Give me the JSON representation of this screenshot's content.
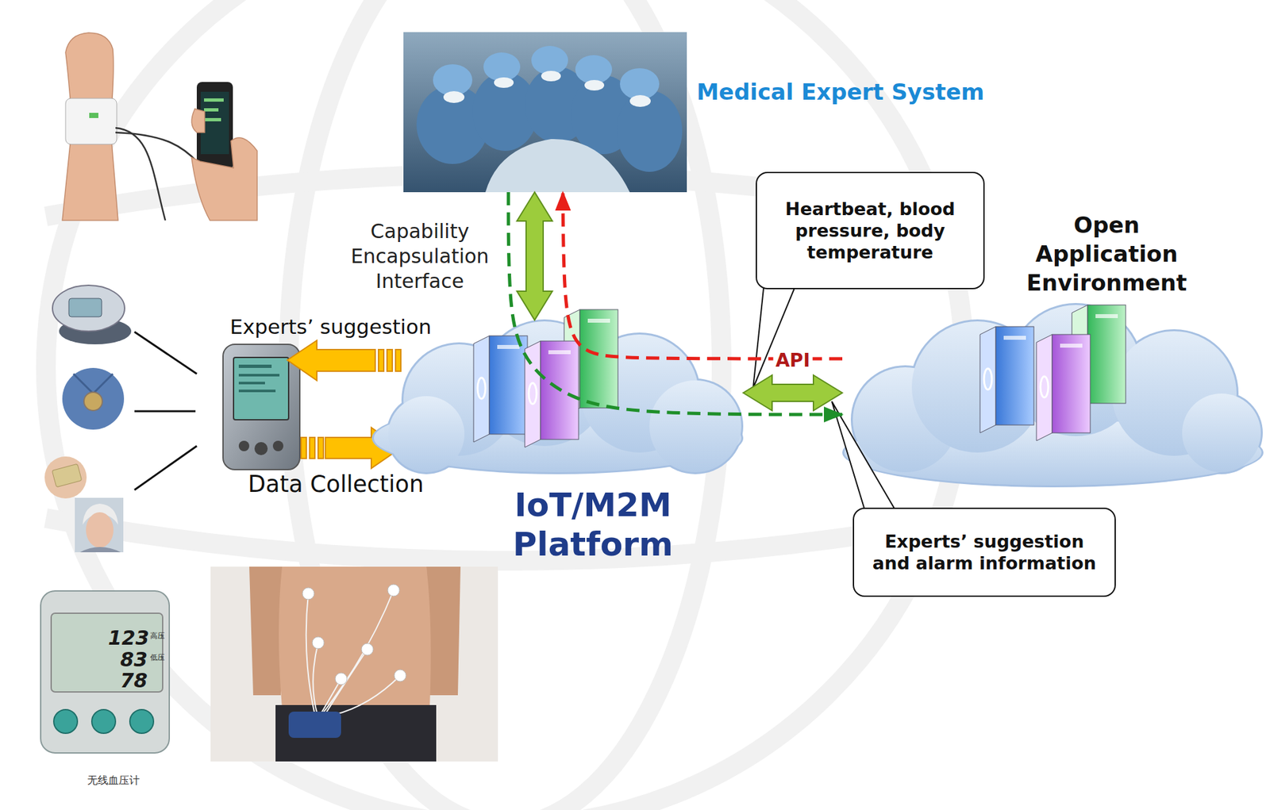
{
  "diagram": {
    "nodes": [
      {
        "text": [
          "Medical Expert System"
        ]
      },
      {
        "text": [
          "Heartbeat, blood pressure, body temperature"
        ]
      },
      {
        "text": [
          "Open Application Environment"
        ]
      },
      {
        "text": [
          "IoT/M2M Platform"
        ]
      },
      {
        "text": [
          "Experts’ suggestion and alarm information"
        ]
      }
    ],
    "edges": [
      {
        "from": 0,
        "to": 3,
        "arrow": "both",
        "label": "Capability Encapsulation Interface"
      },
      {
        "from": 3,
        "to": 2,
        "arrow": "both",
        "label": "API"
      },
      {
        "from": 2,
        "to": 0,
        "arrow": "to"
      },
      {
        "from": 0,
        "to": 2,
        "arrow": "to"
      }
    ],
    "labels": [
      "Experts’ suggestion",
      "Data Collection",
      "123",
      "83",
      "78",
      "高压",
      "低压",
      "无线血压计"
    ]
  }
}
